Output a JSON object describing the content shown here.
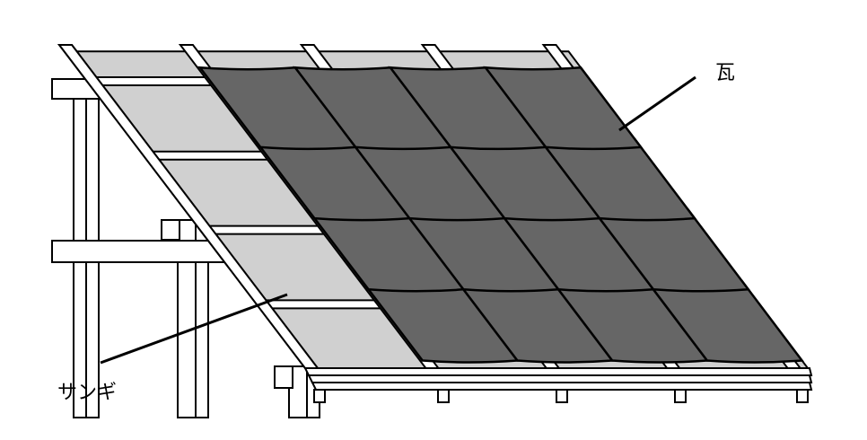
{
  "diagram": {
    "labels": {
      "kawara": "瓦",
      "sangi": "サンギ"
    },
    "colors": {
      "background": "#ffffff",
      "outline": "#000000",
      "sheathing": "#d0d0d0",
      "tile": "#666666",
      "frame": "#ffffff"
    },
    "tile_grid": {
      "columns": 4,
      "rows": 4
    },
    "icons": [
      "roof-frame-diagram"
    ]
  }
}
